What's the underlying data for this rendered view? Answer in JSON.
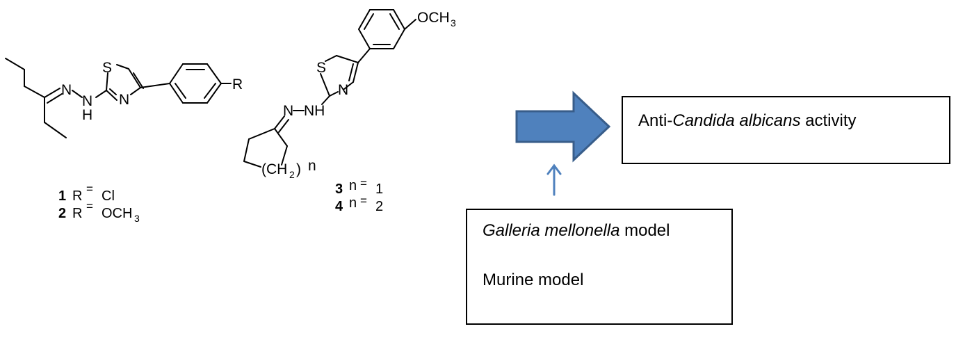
{
  "molecules": {
    "mol12": {
      "atoms": {
        "S": "S",
        "N_ring": "N",
        "N_imine": "N",
        "NH_N": "N",
        "NH_H": "H",
        "R": "R"
      },
      "legend": [
        {
          "num": "1",
          "label": "R",
          "eq": "=",
          "value": "Cl"
        },
        {
          "num": "2",
          "label": "R",
          "eq": "=",
          "value": "OCH",
          "sub": "3"
        }
      ]
    },
    "mol34": {
      "atoms": {
        "S": "S",
        "N_ring": "N",
        "N_imine": "N",
        "NH": "NH",
        "ome": "OCH",
        "ome_sub": "3",
        "ch2_open": "(CH",
        "ch2_sub": "2",
        "ch2_close": ")",
        "n": "n"
      },
      "legend": [
        {
          "num": "3",
          "label": "n",
          "eq": "=",
          "value": "1"
        },
        {
          "num": "4",
          "label": "n",
          "eq": "=",
          "value": "2"
        }
      ]
    }
  },
  "arrow": {
    "fill": "#4f81bd",
    "stroke": "#385d8a"
  },
  "up_arrow": {
    "stroke": "#4f81bd"
  },
  "activity_box": {
    "prefix": "Anti-",
    "italic": "Candida albicans",
    "suffix": " activity"
  },
  "models_box": {
    "line1_italic": "Galleria mellonella",
    "line1_suffix": " model",
    "line2": "Murine model"
  }
}
